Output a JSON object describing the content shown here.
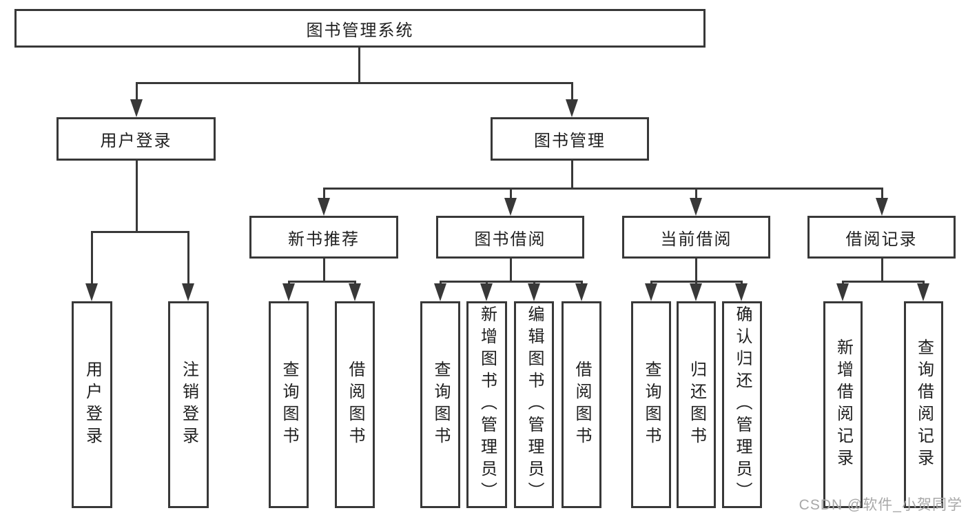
{
  "title": "图书管理系统",
  "tree": {
    "root": "图书管理系统",
    "user_login": {
      "label": "用户登录",
      "children": [
        "用户登录",
        "注销登录"
      ]
    },
    "book_management": {
      "label": "图书管理",
      "sections": {
        "new_books": {
          "label": "新书推荐",
          "children": [
            "查询图书",
            "借阅图书"
          ]
        },
        "borrowing": {
          "label": "图书借阅",
          "children": [
            "查询图书",
            "新增图书（管理员）",
            "编辑图书（管理员）",
            "借阅图书"
          ]
        },
        "current": {
          "label": "当前借阅",
          "children": [
            "查询图书",
            "归还图书",
            "确认归还（管理员）"
          ]
        },
        "records": {
          "label": "借阅记录",
          "children": [
            "新增借阅记录",
            "查询借阅记录"
          ]
        }
      }
    }
  },
  "watermark": "CSDN @软件_小贺同学",
  "colors": {
    "line": "#383838",
    "text": "#1f1f1f",
    "watermark": "#a8a8a8",
    "background": "#ffffff"
  }
}
